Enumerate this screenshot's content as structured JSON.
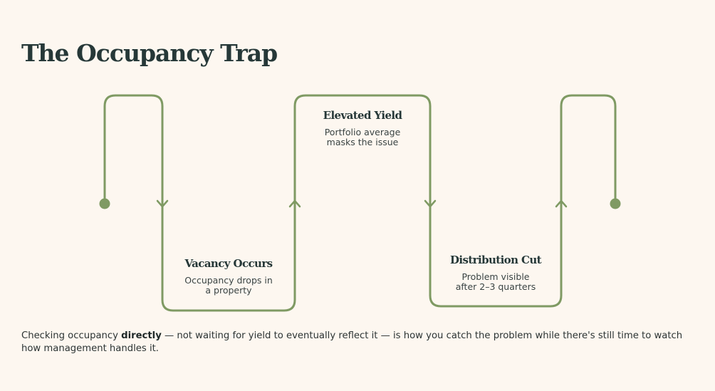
{
  "title": "The Occupancy Trap",
  "colors": {
    "background": "#fdf7f0",
    "line": "#7f9a63",
    "text": "#263838"
  },
  "steps": [
    {
      "title": "Vacancy Occurs",
      "line1": "Occupancy drops in",
      "line2": "a property"
    },
    {
      "title": "Elevated Yield",
      "line1": "Portfolio average",
      "line2": "masks the issue"
    },
    {
      "title": "Distribution Cut",
      "line1": "Problem visible",
      "line2": "after 2–3 quarters"
    }
  ],
  "caption": {
    "before": "Checking occupancy ",
    "emphasis": "directly",
    "after": " — not waiting for yield to eventually reflect it — is how you catch the problem while there's still time to watch how management handles it."
  }
}
